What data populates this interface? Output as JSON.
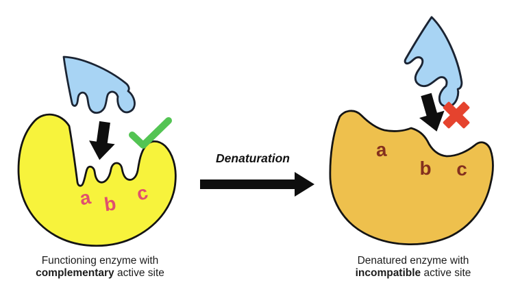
{
  "colors": {
    "substrate_blue": "#a8d4f4",
    "enzyme_yellow": "#f7f33c",
    "enzyme_orange": "#eec04d",
    "site_letter_pink": "#e0506e",
    "site_letter_maroon": "#84301e",
    "check_green": "#53c453",
    "cross_red": "#e5432e",
    "arrow_black": "#0e0e0e"
  },
  "center": {
    "process_label": "Denaturation"
  },
  "left_panel": {
    "site_labels": [
      "a",
      "b",
      "c"
    ],
    "caption_line1": "Functioning enzyme with",
    "caption_emphasis": "complementary",
    "caption_line2_rest": "active site"
  },
  "right_panel": {
    "site_labels": [
      "a",
      "b",
      "c"
    ],
    "caption_line1": "Denatured enzyme with",
    "caption_emphasis": "incompatible",
    "caption_line2_rest": "active site"
  }
}
